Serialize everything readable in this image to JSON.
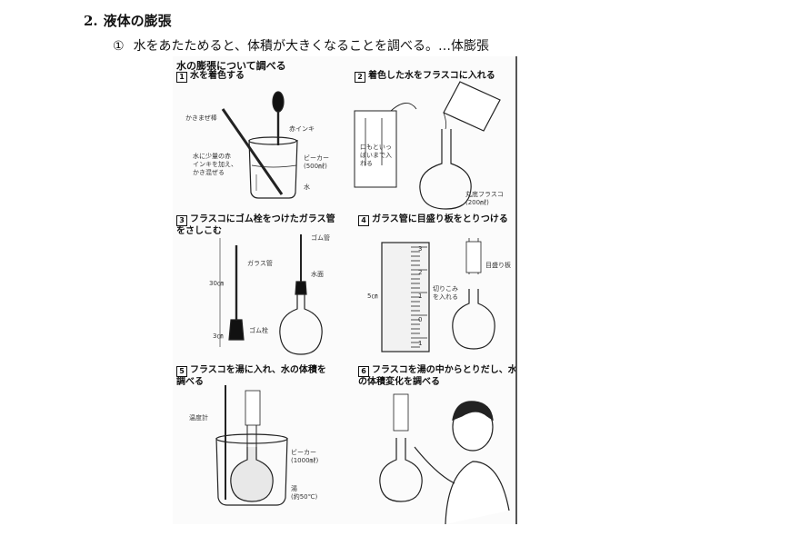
{
  "heading": {
    "number": "2.",
    "text": "液体の膨張"
  },
  "subheading": {
    "marker": "①",
    "text": "水をあたためると、体積が大きくなることを調べる。…体膨張"
  },
  "figure": {
    "title": "水の膨張について調べる",
    "steps": [
      {
        "num": "1",
        "text": "水を着色する"
      },
      {
        "num": "2",
        "text": "着色した水をフラスコに入れる"
      },
      {
        "num": "3",
        "text": "フラスコにゴム栓をつけたガラス管\nをさしこむ"
      },
      {
        "num": "4",
        "text": "ガラス管に目盛り板をとりつける"
      },
      {
        "num": "5",
        "text": "フラスコを湯に入れ、水の体積を\n調べる"
      },
      {
        "num": "6",
        "text": "フラスコを湯の中からとりだし、水\nの体積変化を調べる"
      }
    ],
    "labels": {
      "stir_rod": "かきまぜ棒",
      "red_ink": "赤インキ",
      "ink_note": "水に少量の赤\nインキを加え、\nかき混ぜる",
      "beaker500": "ビーカー\n(500㎖)",
      "water": "水",
      "fill_note": "口もといっ\nぱいまで入\nれる",
      "round_flask": "丸底フラスコ\n(200㎖)",
      "rubber_tube": "ゴム管",
      "glass_tube": "ガラス管",
      "water_surface": "水面",
      "len30": "30㎝",
      "len3": "3㎝",
      "rubber_stopper": "ゴム栓",
      "scale_board": "目盛り板",
      "len5": "5㎝",
      "notch_note": "切りこみ\nを入れる",
      "scale_ticks": [
        "3",
        "2",
        "1",
        "0",
        "1"
      ],
      "thermometer": "温度計",
      "beaker1000": "ビーカー\n(1000㎖)",
      "hot_water": "湯\n(約50℃)"
    }
  }
}
